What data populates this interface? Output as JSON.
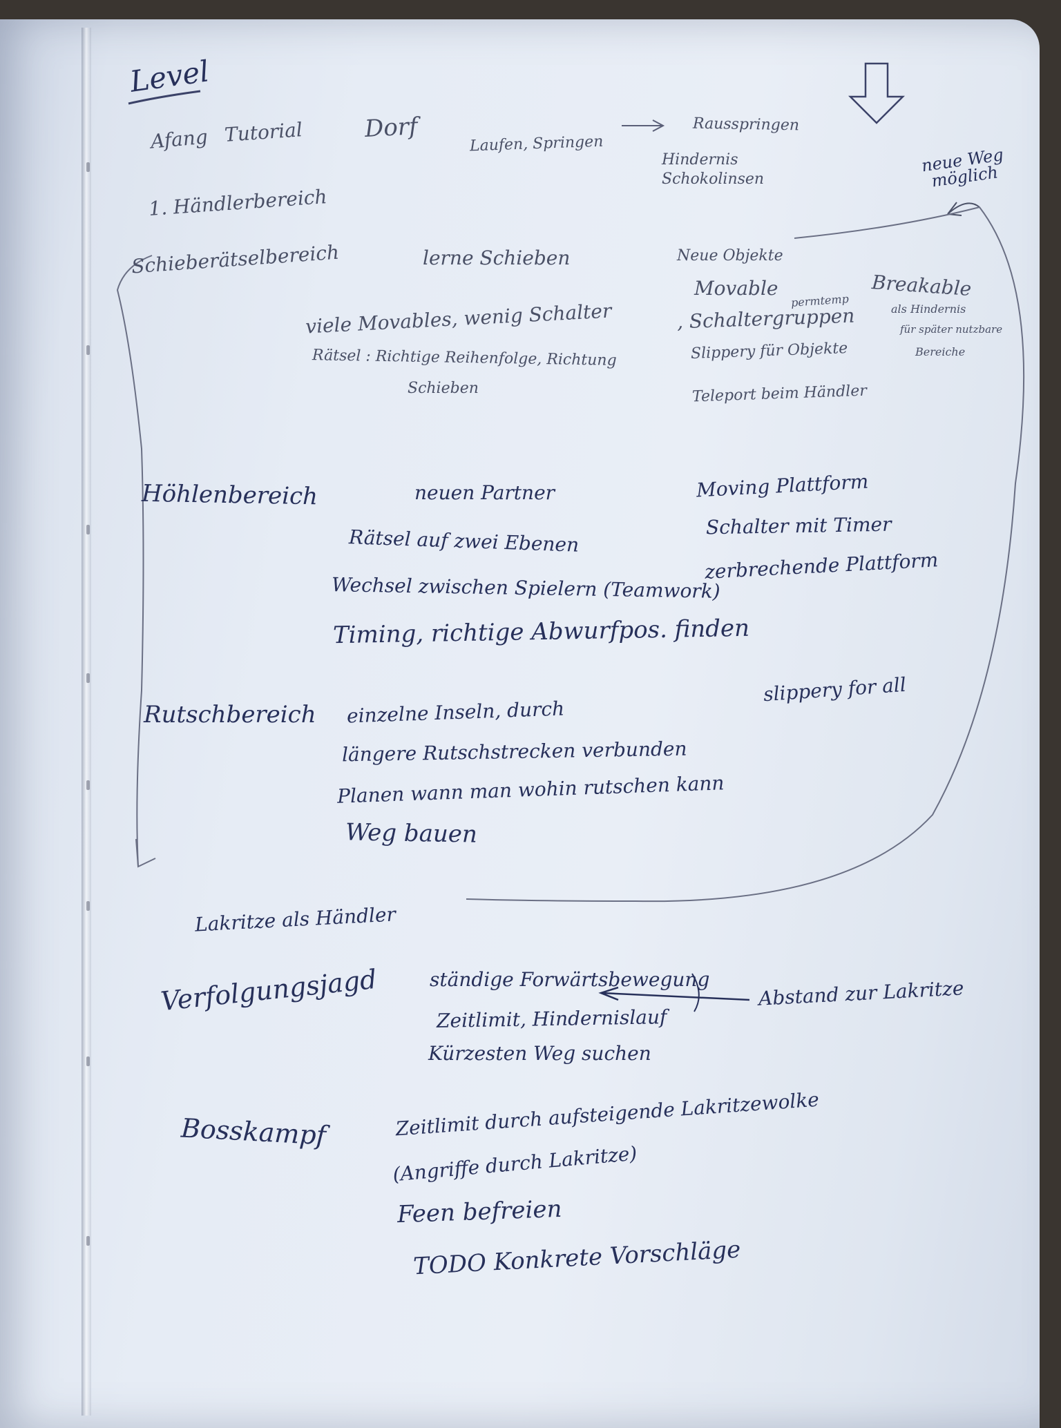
{
  "title": "Level",
  "arrow_note": "neue Weg möglich",
  "intro": {
    "start": "Afang",
    "tutorial": "Tutorial",
    "village": "Dorf",
    "moves": "Laufen, Springen",
    "arrow": "→",
    "jump_out": "Rausspringen",
    "obstacle": "Hindernis Schokolinsen"
  },
  "first_trader": "1. Händlerbereich",
  "sections": [
    {
      "name": "Schieberätselbereich",
      "goal": "lerne Schieben",
      "lines": [
        "viele Movables, wenig Schalter",
        "Rätsel : Richtige Reihenfolge, Richtung",
        "Schieben"
      ],
      "objects_title": "Neue Objekte",
      "objects": [
        "Movable",
        "permtemp",
        ", Schaltergruppen",
        "Slippery für Objekte",
        "Teleport beim Händler"
      ],
      "breakable": [
        "Breakable",
        "als Hindernis",
        "für später nutzbare",
        "Bereiche"
      ]
    },
    {
      "name": "Höhlenbereich",
      "goal": "neuen Partner",
      "lines": [
        "Rätsel auf zwei Ebenen",
        "Wechsel zwischen Spielern (Teamwork)",
        "Timing, richtige Abwurfpos. finden"
      ],
      "objects": [
        "Moving Plattform",
        "Schalter mit Timer",
        "zerbrechende Plattform"
      ]
    },
    {
      "name": "Rutschbereich",
      "lines": [
        "einzelne Inseln, durch",
        "längere Rutschstrecken verbunden",
        "Planen wann man wohin rutschen kann",
        "Weg bauen"
      ],
      "objects": [
        "slippery for all"
      ]
    }
  ],
  "licorice_trader": "Lakritze als Händler",
  "chase": {
    "name": "Verfolgungsjagd",
    "lines": [
      "ständige Forwärtsbewegung",
      "Zeitlimit, Hindernislauf",
      "Kürzesten Weg suchen"
    ],
    "note": "Abstand zur Lakritze"
  },
  "boss": {
    "name": "Bosskampf",
    "lines": [
      "Zeitlimit durch aufsteigende Lakritzewolke",
      "(Angriffe durch Lakritze)",
      "Feen befreien",
      "TODO Konkrete Vorschläge"
    ]
  }
}
